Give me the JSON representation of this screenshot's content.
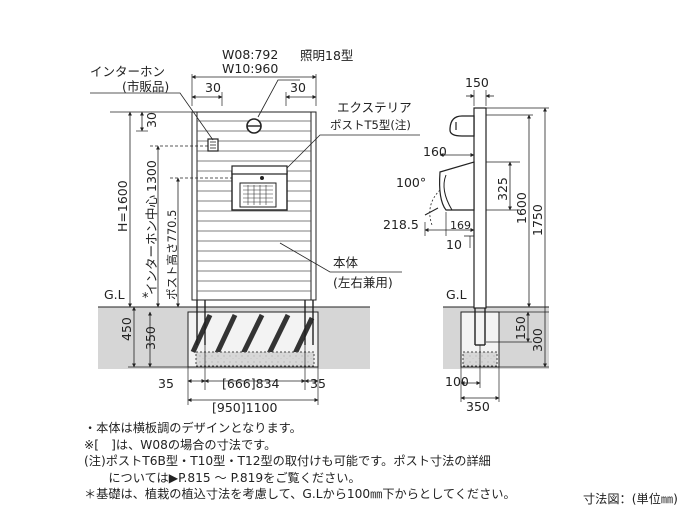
{
  "front_view": {
    "width_labels": [
      "W08:792",
      "W10:960"
    ],
    "light_label": "照明18型",
    "intercom_label": "インターホン",
    "intercom_note": "(市販品)",
    "exterior_light_label": "エクステリア",
    "exterior_light_post": "ポストT5型(注)",
    "top_margin_left": "30",
    "top_margin_right": "30",
    "top_offset": "30",
    "height_label": "H=1600",
    "intercom_center_label": "インターホン中心",
    "intercom_center_value": "1300",
    "post_height_label": "ポスト高さ770.5",
    "asterisk": "*",
    "body_label": "本体",
    "body_note": "(左右兼用)",
    "gl_label": "G.L",
    "foundation_depth": "450",
    "foundation_depth_inner": "350",
    "bottom_side_left": "35",
    "bottom_side_right": "35",
    "inner_width": "[666]834",
    "total_width": "[950]1100"
  },
  "side_view": {
    "top_width": "150",
    "mailbox_depth": "160",
    "door_angle": "100°",
    "mailbox_height": "325",
    "overall_height_1": "1600",
    "overall_height_2": "1750",
    "offset_a": "218.5",
    "offset_b": "169",
    "offset_c": "10",
    "gl_label": "G.L",
    "foundation_150": "150",
    "foundation_300": "300",
    "base_100": "100",
    "base_350": "350"
  },
  "notes": [
    "・本体は横板調のデザインとなります。",
    "※[　]は、W08の場合の寸法です。",
    "(注)ポストT6B型・T10型・T12型の取付けも可能です。ポスト寸法の詳細",
    "　　については▶P.815 ～ P.819をご覧ください。",
    "＊基礎は、植栽の植込寸法を考慮して、G.Lから100㎜下からとしてください。"
  ],
  "unit_note": "寸法図：(単位㎜)"
}
